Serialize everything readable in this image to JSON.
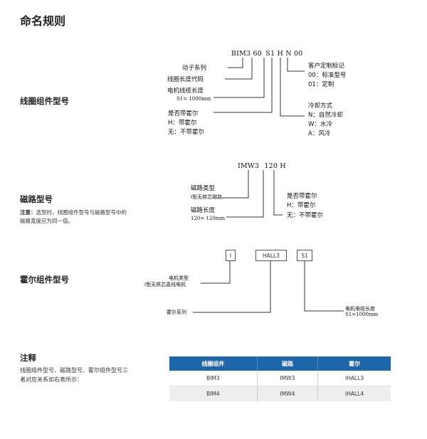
{
  "title": "命名规则",
  "sections": {
    "coil": {
      "heading": "线圈组件型号"
    },
    "magnet": {
      "heading": "磁路型号",
      "note_lead": "注意：",
      "note_text": "选型时，线圈组件型号与磁路型号中的磁路宽度应为同一值。"
    },
    "hall": {
      "heading": "霍尔组件型号"
    },
    "remark": {
      "heading": "注释",
      "text": "线圈组件型号、磁路型号、霍尔组件型号三者对应关系如右表所示："
    }
  },
  "coil_diagram": {
    "code_parts": [
      "BIM3",
      "60",
      "S1",
      "H",
      "N",
      "00"
    ],
    "left_labels": {
      "series": "动子系列",
      "length_code": "线圈长度代码",
      "cable_length": "电机线缆长度",
      "cable_example": "S1= 1000mm",
      "hall_question": "是否带霍尔",
      "hall_yes": "H：带霍尔",
      "hall_no": "无：不带霍尔"
    },
    "right_labels": {
      "custom": "客户定制标记",
      "custom_00": "00：标准型号",
      "custom_01": "01：定制",
      "cooling": "冷却方式",
      "cool_n": "N：自然冷却",
      "cool_w": "W：水冷",
      "cool_a": "A：风冷"
    }
  },
  "magnet_diagram": {
    "code_parts": [
      "IMW3",
      "120",
      "H"
    ],
    "left_labels": {
      "type": "磁路类型",
      "type_desc": "I型无铁芯磁路",
      "length": "磁路长度",
      "length_example": "120= 120mm"
    },
    "right_labels": {
      "hall_question": "是否带霍尔",
      "hall_yes": "H：带霍尔",
      "hall_no": "无：不带霍尔"
    }
  },
  "hall_diagram": {
    "boxes": [
      "I",
      "HALL3",
      "S1"
    ],
    "motor_type": "电机类型",
    "motor_type_desc": "I型无铁芯直线电机",
    "series": "霍尔系列",
    "cable": "电机电缆长度",
    "cable_example": "S1=1000mm"
  },
  "table": {
    "headers": [
      "线圈组件",
      "磁路",
      "霍尔"
    ],
    "rows": [
      [
        "BIM3",
        "IMW3",
        "IHALL3"
      ],
      [
        "BIM4",
        "IMW4",
        "IHALL4"
      ]
    ]
  },
  "colors": {
    "table_header": "#1f66a8",
    "row_alt": "#eeeeee"
  }
}
